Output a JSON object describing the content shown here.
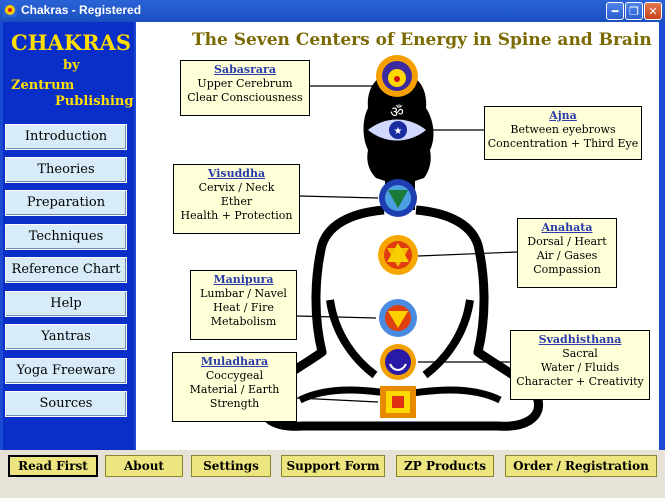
{
  "window": {
    "title": "Chakras - Registered"
  },
  "brand": {
    "line1": "CHAKRAS",
    "line2": "by",
    "line3": "Zentrum",
    "line4": "Publishing"
  },
  "nav": [
    {
      "label": "Introduction"
    },
    {
      "label": "Theories"
    },
    {
      "label": "Preparation"
    },
    {
      "label": "Techniques"
    },
    {
      "label": "Reference Chart"
    },
    {
      "label": "Help"
    },
    {
      "label": "Yantras"
    },
    {
      "label": "Yoga Freeware"
    },
    {
      "label": "Sources"
    }
  ],
  "heading": "The Seven Centers of Energy in Spine and Brain",
  "chakras": {
    "sahasrara": {
      "name": "Sabasrara",
      "lines": [
        "Upper Cerebrum",
        "Clear Consciousness"
      ]
    },
    "ajna": {
      "name": "Ajna",
      "lines": [
        "Between eyebrows",
        "Concentration + Third Eye"
      ]
    },
    "visuddha": {
      "name": "Visuddha",
      "lines": [
        "Cervix / Neck",
        "Ether",
        "Health + Protection"
      ]
    },
    "anahata": {
      "name": "Anahata",
      "lines": [
        "Dorsal / Heart",
        "Air / Gases",
        "Compassion"
      ]
    },
    "manipura": {
      "name": "Manipura",
      "lines": [
        "Lumbar / Navel",
        "Heat / Fire",
        "Metabolism"
      ]
    },
    "svadhisthana": {
      "name": "Svadhisthana",
      "lines": [
        "Sacral",
        "Water / Fluids",
        "Character + Creativity"
      ]
    },
    "muladhara": {
      "name": "Muladhara",
      "lines": [
        "Coccygeal",
        "Material / Earth",
        "Strength"
      ]
    }
  },
  "bottom": [
    {
      "label": "Read First"
    },
    {
      "label": "About"
    },
    {
      "label": "Settings"
    },
    {
      "label": "Support Form"
    },
    {
      "label": "ZP Products"
    },
    {
      "label": "Order / Registration"
    }
  ]
}
